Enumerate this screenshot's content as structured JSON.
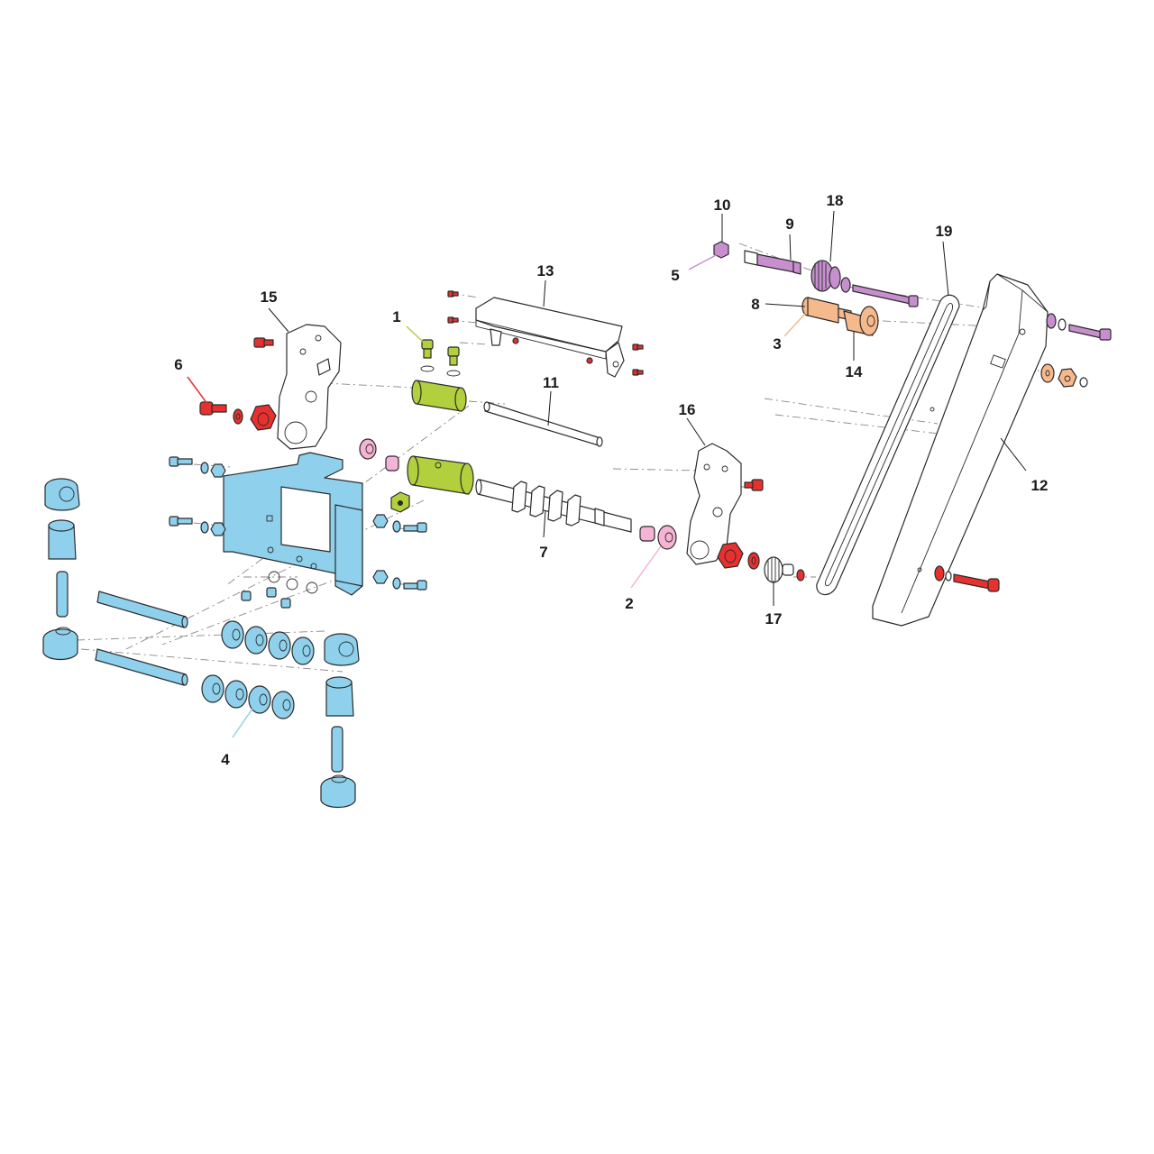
{
  "colors": {
    "blue": "#8fd1ec",
    "red": "#e8312f",
    "pink": "#f6b3d3",
    "green": "#b2cf3d",
    "violet": "#c88fcf",
    "orange": "#f6b98b",
    "white": "#ffffff",
    "outline": "#2b2b2b"
  },
  "callouts": [
    {
      "id": "1",
      "color": "green"
    },
    {
      "id": "2",
      "color": "pink"
    },
    {
      "id": "3",
      "color": "orange"
    },
    {
      "id": "4",
      "color": "blue"
    },
    {
      "id": "5",
      "color": "violet"
    },
    {
      "id": "6",
      "color": "red"
    },
    {
      "id": "7",
      "color": "white"
    },
    {
      "id": "8",
      "color": "white"
    },
    {
      "id": "9",
      "color": "white"
    },
    {
      "id": "10",
      "color": "white"
    },
    {
      "id": "11",
      "color": "white"
    },
    {
      "id": "12",
      "color": "white"
    },
    {
      "id": "13",
      "color": "white"
    },
    {
      "id": "14",
      "color": "white"
    },
    {
      "id": "15",
      "color": "white"
    },
    {
      "id": "16",
      "color": "white"
    },
    {
      "id": "17",
      "color": "white"
    },
    {
      "id": "18",
      "color": "white"
    },
    {
      "id": "19",
      "color": "white"
    }
  ]
}
